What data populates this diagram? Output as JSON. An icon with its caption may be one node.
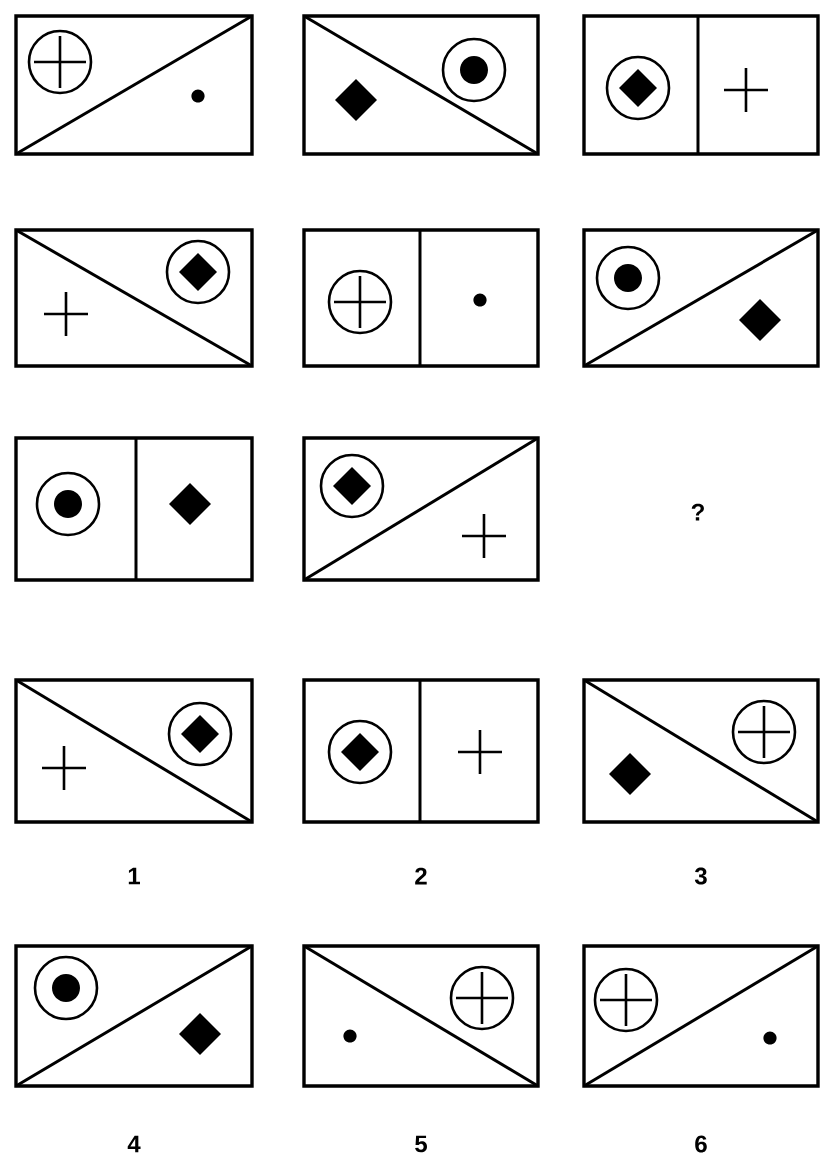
{
  "diagram": {
    "nodes": [
      {
        "text": [],
        "shape": "box"
      },
      {
        "text": [],
        "shape": "box"
      },
      {
        "text": [],
        "shape": "box"
      },
      {
        "text": [],
        "shape": "box"
      },
      {
        "text": [],
        "shape": "box"
      },
      {
        "text": [],
        "shape": "box"
      },
      {
        "text": [],
        "shape": "box"
      },
      {
        "text": [],
        "shape": "box"
      },
      {
        "text": [],
        "shape": "box",
        "beside": [
          "1"
        ]
      },
      {
        "text": [],
        "shape": "box",
        "beside": [
          "2"
        ]
      },
      {
        "text": [],
        "shape": "box",
        "beside": [
          "3"
        ]
      },
      {
        "text": [],
        "shape": "box",
        "beside": [
          "4"
        ]
      },
      {
        "text": [],
        "shape": "box",
        "beside": [
          "5"
        ]
      },
      {
        "text": [],
        "shape": "box",
        "beside": [
          "6"
        ]
      }
    ],
    "labels": [
      "?"
    ]
  }
}
